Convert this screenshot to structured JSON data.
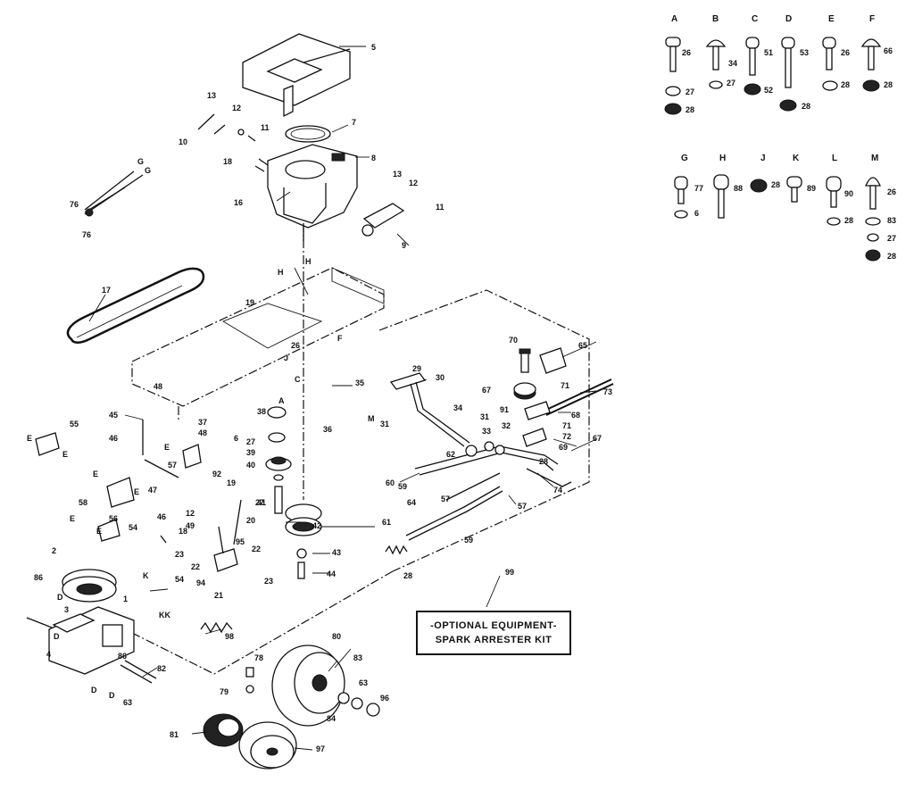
{
  "hardware_letters": [
    "A",
    "B",
    "C",
    "D",
    "E",
    "F",
    "G",
    "H",
    "J",
    "K",
    "L",
    "M"
  ],
  "hardware_numbers": {
    "A": [
      "26",
      "27",
      "28"
    ],
    "B": [
      "34",
      "27"
    ],
    "C": [
      "51",
      "52"
    ],
    "D": [
      "53",
      "28"
    ],
    "E": [
      "26",
      "28"
    ],
    "F": [
      "66",
      "28"
    ],
    "G": [
      "77",
      "6"
    ],
    "H": [
      "88"
    ],
    "J": [
      "28"
    ],
    "K": [
      "89"
    ],
    "L": [
      "90",
      "28"
    ],
    "M": [
      "26",
      "83",
      "27",
      "28"
    ]
  },
  "optional_kit": {
    "ref": "99",
    "line1": "-OPTIONAL EQUIPMENT-",
    "line2": "SPARK ARRESTER KIT"
  },
  "callouts": [
    {
      "id": "c5",
      "t": "5"
    },
    {
      "id": "c7",
      "t": "7"
    },
    {
      "id": "c8",
      "t": "8"
    },
    {
      "id": "c13a",
      "t": "13"
    },
    {
      "id": "c12a",
      "t": "12"
    },
    {
      "id": "c11a",
      "t": "11"
    },
    {
      "id": "c10",
      "t": "10"
    },
    {
      "id": "c18",
      "t": "18"
    },
    {
      "id": "c16",
      "t": "16"
    },
    {
      "id": "c13b",
      "t": "13"
    },
    {
      "id": "c12b",
      "t": "12"
    },
    {
      "id": "c11b",
      "t": "11"
    },
    {
      "id": "c9",
      "t": "9"
    },
    {
      "id": "c76a",
      "t": "76"
    },
    {
      "id": "c76b",
      "t": "76"
    },
    {
      "id": "cGa",
      "t": "G"
    },
    {
      "id": "cGb",
      "t": "G"
    },
    {
      "id": "c17",
      "t": "17"
    },
    {
      "id": "cHa",
      "t": "H"
    },
    {
      "id": "cHb",
      "t": "H"
    },
    {
      "id": "c19a",
      "t": "19"
    },
    {
      "id": "c26",
      "t": "26"
    },
    {
      "id": "cF1",
      "t": "F"
    },
    {
      "id": "c48a",
      "t": "48"
    },
    {
      "id": "c35",
      "t": "35"
    },
    {
      "id": "c45",
      "t": "45"
    },
    {
      "id": "c37",
      "t": "37"
    },
    {
      "id": "c38",
      "t": "38"
    },
    {
      "id": "c27a",
      "t": "27"
    },
    {
      "id": "c39",
      "t": "39"
    },
    {
      "id": "c40",
      "t": "40"
    },
    {
      "id": "c55",
      "t": "55"
    },
    {
      "id": "cE1",
      "t": "E"
    },
    {
      "id": "c46a",
      "t": "46"
    },
    {
      "id": "c48b",
      "t": "48"
    },
    {
      "id": "c57a",
      "t": "57"
    },
    {
      "id": "c47",
      "t": "47"
    },
    {
      "id": "c36",
      "t": "36"
    },
    {
      "id": "c58",
      "t": "58"
    },
    {
      "id": "c46b",
      "t": "46"
    },
    {
      "id": "c92",
      "t": "92"
    },
    {
      "id": "c19b",
      "t": "19"
    },
    {
      "id": "c27b",
      "t": "27"
    },
    {
      "id": "c41",
      "t": "41"
    },
    {
      "id": "c12c",
      "t": "12"
    },
    {
      "id": "c49",
      "t": "49"
    },
    {
      "id": "c20",
      "t": "20"
    },
    {
      "id": "c42",
      "t": "42"
    },
    {
      "id": "c56",
      "t": "56"
    },
    {
      "id": "c54a",
      "t": "54"
    },
    {
      "id": "c18b",
      "t": "18"
    },
    {
      "id": "c2",
      "t": "2"
    },
    {
      "id": "c23a",
      "t": "23"
    },
    {
      "id": "c22a",
      "t": "22"
    },
    {
      "id": "c95",
      "t": "95"
    },
    {
      "id": "c22b",
      "t": "22"
    },
    {
      "id": "c43",
      "t": "43"
    },
    {
      "id": "c86a",
      "t": "86"
    },
    {
      "id": "c94",
      "t": "94"
    },
    {
      "id": "c21",
      "t": "21"
    },
    {
      "id": "c23b",
      "t": "23"
    },
    {
      "id": "c44",
      "t": "44"
    },
    {
      "id": "c1",
      "t": "1"
    },
    {
      "id": "c54b",
      "t": "54"
    },
    {
      "id": "c3",
      "t": "3"
    },
    {
      "id": "c98",
      "t": "98"
    },
    {
      "id": "c4",
      "t": "4"
    },
    {
      "id": "c86b",
      "t": "86"
    },
    {
      "id": "c82",
      "t": "82"
    },
    {
      "id": "c63a",
      "t": "63"
    },
    {
      "id": "c78",
      "t": "78"
    },
    {
      "id": "c79",
      "t": "79"
    },
    {
      "id": "c80",
      "t": "80"
    },
    {
      "id": "c83",
      "t": "83"
    },
    {
      "id": "c63b",
      "t": "63"
    },
    {
      "id": "c96",
      "t": "96"
    },
    {
      "id": "c84",
      "t": "84"
    },
    {
      "id": "c81",
      "t": "81"
    },
    {
      "id": "c97",
      "t": "97"
    },
    {
      "id": "c70",
      "t": "70"
    },
    {
      "id": "c65",
      "t": "65"
    },
    {
      "id": "c29",
      "t": "29"
    },
    {
      "id": "c30",
      "t": "30"
    },
    {
      "id": "c67a",
      "t": "67"
    },
    {
      "id": "c71a",
      "t": "71"
    },
    {
      "id": "c73",
      "t": "73"
    },
    {
      "id": "c34",
      "t": "34"
    },
    {
      "id": "c31a",
      "t": "31"
    },
    {
      "id": "c91",
      "t": "91"
    },
    {
      "id": "c68",
      "t": "68"
    },
    {
      "id": "c71b",
      "t": "71"
    },
    {
      "id": "c72",
      "t": "72"
    },
    {
      "id": "c31b",
      "t": "31"
    },
    {
      "id": "c33",
      "t": "33"
    },
    {
      "id": "c32",
      "t": "32"
    },
    {
      "id": "c69",
      "t": "69"
    },
    {
      "id": "c67b",
      "t": "67"
    },
    {
      "id": "c62",
      "t": "62"
    },
    {
      "id": "c28a",
      "t": "28"
    },
    {
      "id": "c60",
      "t": "60"
    },
    {
      "id": "c59",
      "t": "59"
    },
    {
      "id": "c57b",
      "t": "57"
    },
    {
      "id": "c74",
      "t": "74"
    },
    {
      "id": "c57c",
      "t": "57"
    },
    {
      "id": "c64",
      "t": "64"
    },
    {
      "id": "c61",
      "t": "61"
    },
    {
      "id": "c59b",
      "t": "59"
    },
    {
      "id": "c28b",
      "t": "28"
    },
    {
      "id": "cK",
      "t": "K"
    },
    {
      "id": "cKK",
      "t": "KK"
    },
    {
      "id": "cD1",
      "t": "D"
    },
    {
      "id": "cD2",
      "t": "D"
    },
    {
      "id": "cD3",
      "t": "D"
    },
    {
      "id": "cD4",
      "t": "D"
    },
    {
      "id": "cE2",
      "t": "E"
    },
    {
      "id": "cE3",
      "t": "E"
    },
    {
      "id": "cE4",
      "t": "E"
    },
    {
      "id": "cE5",
      "t": "E"
    },
    {
      "id": "cE6",
      "t": "E"
    },
    {
      "id": "cE7",
      "t": "E"
    },
    {
      "id": "cM",
      "t": "M"
    },
    {
      "id": "cJ",
      "t": "J"
    },
    {
      "id": "cA1",
      "t": "A"
    },
    {
      "id": "cC1",
      "t": "C"
    },
    {
      "id": "c6",
      "t": "6"
    }
  ]
}
